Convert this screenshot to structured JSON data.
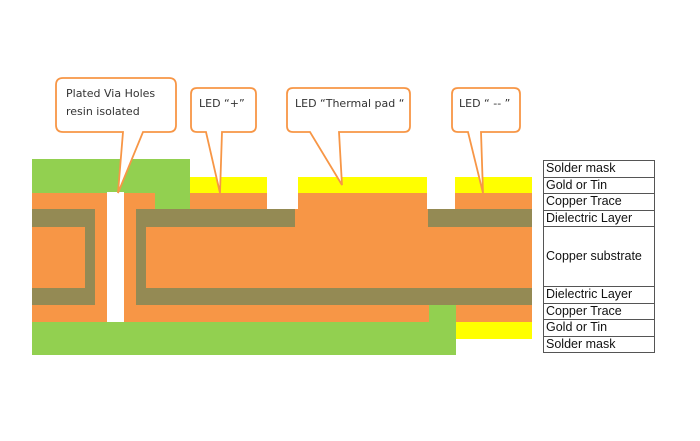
{
  "colors": {
    "solder_mask": "#92d050",
    "gold_tin": "#ffff00",
    "copper": "#f79646",
    "dielectric": "#948a54",
    "via": "#ffffff",
    "callout_border": "#f79646"
  },
  "callouts": [
    {
      "lines": [
        "Plated Via Holes",
        "resin isolated"
      ]
    },
    {
      "lines": [
        "LED “+”"
      ]
    },
    {
      "lines": [
        "LED “Thermal pad “"
      ]
    },
    {
      "lines": [
        "LED “ -- ”"
      ]
    }
  ],
  "legend": [
    "Solder mask",
    "Gold or Tin",
    "Copper Trace",
    "Dielectric Layer",
    "Copper substrate",
    "Dielectric Layer",
    "Copper Trace",
    "Gold or Tin",
    "Solder mask"
  ]
}
